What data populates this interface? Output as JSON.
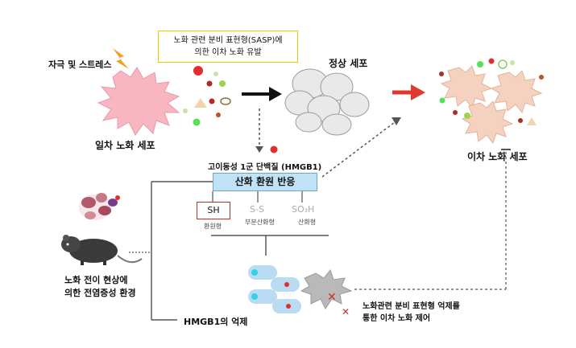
{
  "labels": {
    "stimulus": "자극 및 스트레스",
    "sasp_note_line1": "노화 관련 분비 표현형(SASP)에",
    "sasp_note_line2": "의한 이차 노화 유발",
    "normal_cell": "정상 세포",
    "primary_senescent": "일차 노화 세포",
    "secondary_senescent": "이차 노화 세포",
    "hmgb1": "고이동성 1군 단백질 (HMGB1)",
    "redox": "산화 환원 반응",
    "sh": "SH",
    "sh_sub": "환원형",
    "ss": "S-S",
    "ss_sub": "부분산화형",
    "so3h": "SO₃H",
    "so3h_sub": "산화형",
    "mouse_line1": "노화 전이 현상에",
    "mouse_line2": "의한 전염증성 환경",
    "hmgb1_suppress": "HMGB1의 억제",
    "control_line1": "노화관련 분비 표현형 억제를",
    "control_line2": "통한 이차 노화 제어"
  },
  "colors": {
    "red_arrow": "#e03a2f",
    "black_arrow": "#111111",
    "redox_fill": "#bfe3f5",
    "sasp_border": "#f2c500",
    "sh_border": "#b7312c"
  }
}
